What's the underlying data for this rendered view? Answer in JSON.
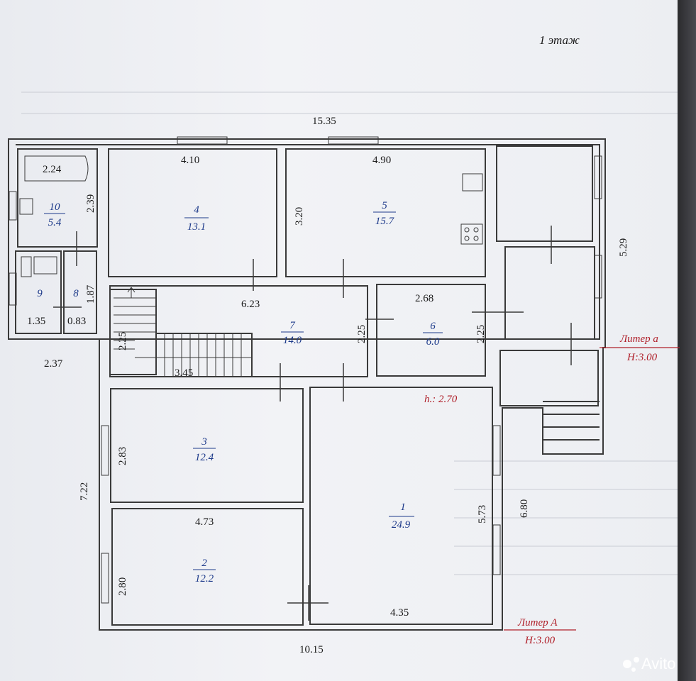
{
  "title": "1 этаж",
  "dimensions": {
    "top_total": "15.35",
    "bottom_total": "10.15",
    "left_total": "7.22",
    "right_total": "6.80",
    "right_upper": "5.29",
    "left_mid": "2.37",
    "r4_width": "4.10",
    "r5_width": "4.90",
    "r5_height": "3.20",
    "bath_width": "2.24",
    "bath_height": "2.39",
    "r8_height": "1.87",
    "r9_width": "1.35",
    "r8_width": "0.83",
    "hall_width": "6.23",
    "stair_height": "2.25",
    "stair_width": "3.45",
    "hall_height": "2.25",
    "r6_width": "2.68",
    "r6_height": "2.25",
    "r3_height": "2.83",
    "r23_width": "4.73",
    "r2_height": "2.80",
    "r1_height": "5.73",
    "r1_width": "4.35"
  },
  "rooms": [
    {
      "id": "r1",
      "num": "1",
      "area": "24.9"
    },
    {
      "id": "r2",
      "num": "2",
      "area": "12.2"
    },
    {
      "id": "r3",
      "num": "3",
      "area": "12.4"
    },
    {
      "id": "r4",
      "num": "4",
      "area": "13.1"
    },
    {
      "id": "r5",
      "num": "5",
      "area": "15.7"
    },
    {
      "id": "r6",
      "num": "6",
      "area": "6.0"
    },
    {
      "id": "r7",
      "num": "7",
      "area": "14.0"
    },
    {
      "id": "r8",
      "num": "8",
      "area": ""
    },
    {
      "id": "r9",
      "num": "9",
      "area": ""
    },
    {
      "id": "r10",
      "num": "10",
      "area": "5.4"
    }
  ],
  "labels": {
    "ceiling_height": "h.: 2.70",
    "liter_small": "Литер а",
    "liter_small_h": "H:3.00",
    "liter_big": "Литер А",
    "liter_big_h": "H:3.00"
  },
  "watermark": "Avito",
  "colors": {
    "room_label": "#1d3a8a",
    "red_label": "#b0202a",
    "walls": "#3a3a3a"
  }
}
